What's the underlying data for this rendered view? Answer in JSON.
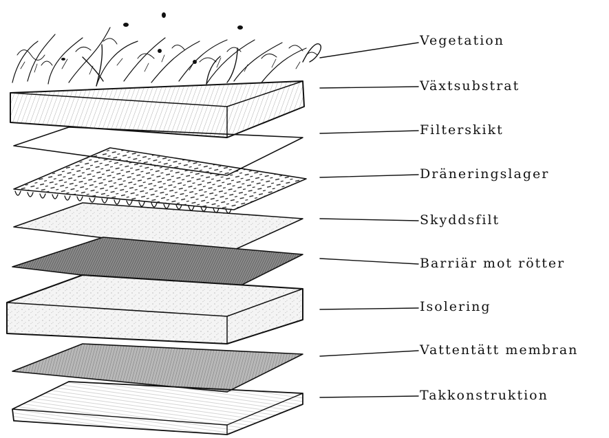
{
  "diagram": {
    "layers": [
      {
        "id": "vegetation",
        "label": "Vegetation"
      },
      {
        "id": "substrate",
        "label": "Växtsubstrat"
      },
      {
        "id": "filter",
        "label": "Filterskikt"
      },
      {
        "id": "drainage",
        "label": "Dräneringslager"
      },
      {
        "id": "protection",
        "label": "Skyddsfilt"
      },
      {
        "id": "root-barrier",
        "label": "Barriär mot rötter"
      },
      {
        "id": "insulation",
        "label": "Isolering"
      },
      {
        "id": "membrane",
        "label": "Vattentätt membran"
      },
      {
        "id": "deck",
        "label": "Takkonstruktion"
      }
    ]
  }
}
